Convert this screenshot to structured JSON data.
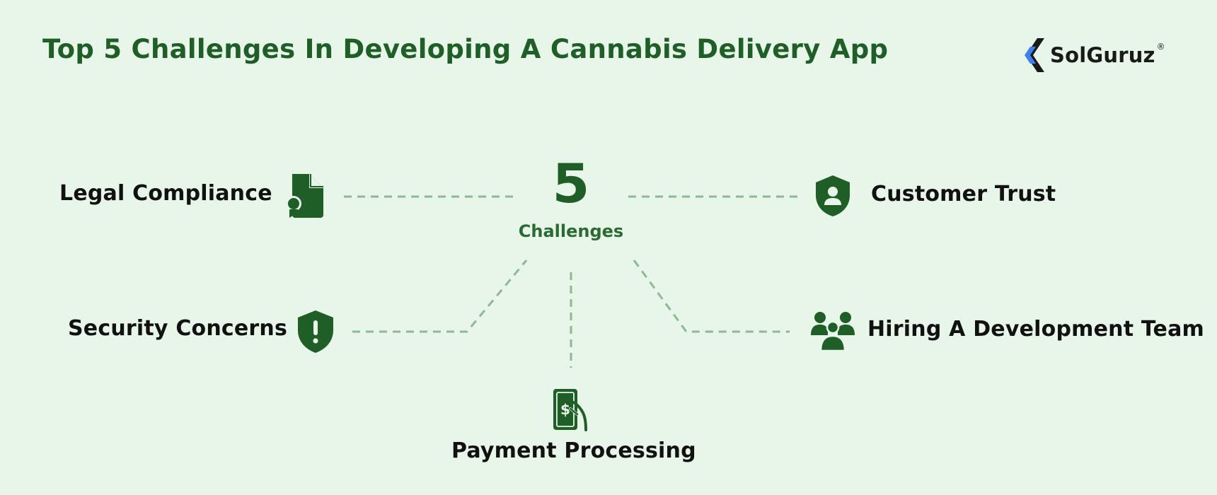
{
  "title": "Top 5 Challenges In Developing A Cannabis Delivery App",
  "logo": {
    "text": "SolGuruz",
    "mark": "®",
    "icon": "solguruz-logo-icon"
  },
  "center": {
    "number": "5",
    "label": "Challenges"
  },
  "challenges": [
    {
      "label": "Legal Compliance",
      "icon": "certified-document-icon"
    },
    {
      "label": "Customer Trust",
      "icon": "shield-user-icon"
    },
    {
      "label": "Security Concerns",
      "icon": "shield-alert-icon"
    },
    {
      "label": "Hiring A Development Team",
      "icon": "team-users-icon"
    },
    {
      "label": "Payment Processing",
      "icon": "cash-hand-icon"
    }
  ],
  "colors": {
    "background": "#e8f5e9",
    "title": "#1f5e26",
    "icon": "#1f5e26",
    "connector": "#8fb893",
    "label": "#111111"
  }
}
